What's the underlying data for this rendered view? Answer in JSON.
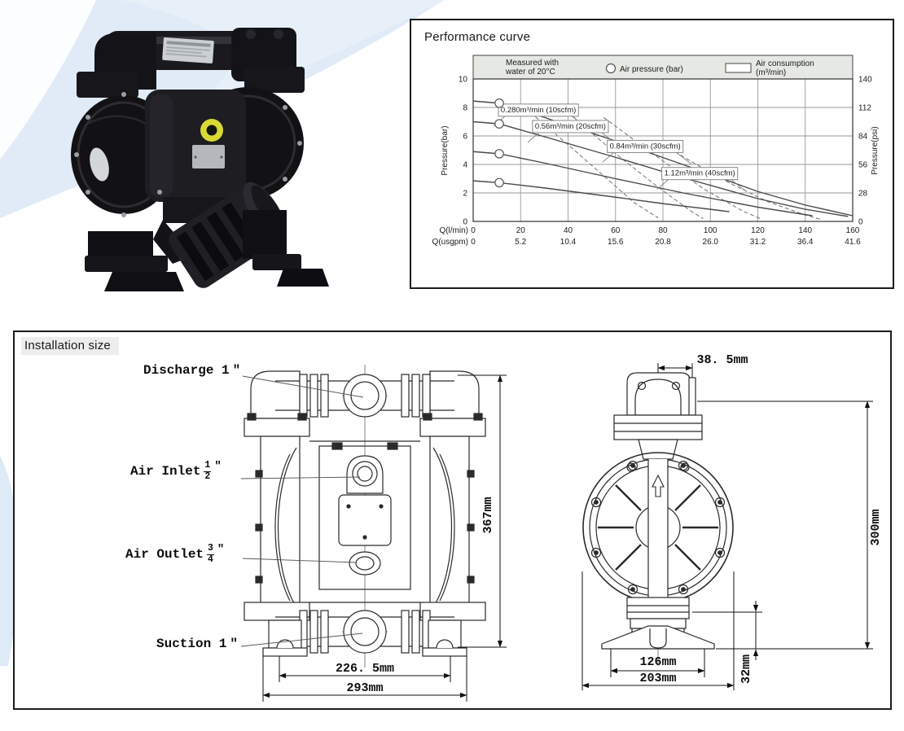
{
  "colors": {
    "swirl_blue": "#dbe8f6",
    "legend_strip": "#e5e8e3",
    "pump_yellow": "#d9da33",
    "drawing_line": "#2a2a2a"
  },
  "performance": {
    "title": "Performance curve"
  },
  "chart_data": {
    "type": "line",
    "title": "Performance curve",
    "note_lines": [
      "Measured with",
      "water of 20°C"
    ],
    "legend": [
      {
        "symbol": "circle",
        "lines": [
          "Air pressure (bar)"
        ]
      },
      {
        "symbol": "rect",
        "lines": [
          "Air consumption",
          "(m³/min)"
        ]
      }
    ],
    "x_axis": {
      "primary_label": "Q(l/min)",
      "primary_ticks": [
        "0",
        "20",
        "40",
        "60",
        "80",
        "100",
        "120",
        "140",
        "160"
      ],
      "secondary_label": "Q(usgpm)",
      "secondary_ticks": [
        "0",
        "5.2",
        "10.4",
        "15.6",
        "20.8",
        "26.0",
        "31.2",
        "36.4",
        "41.6"
      ],
      "range": [
        0,
        160
      ]
    },
    "y_axis_left": {
      "label": "Pressure(bar)",
      "ticks": [
        "0",
        "2",
        "4",
        "6",
        "8",
        "10"
      ],
      "range": [
        0,
        10
      ]
    },
    "y_axis_right": {
      "label": "Pressure(psi)",
      "ticks": [
        "0",
        "28",
        "56",
        "84",
        "112",
        "140"
      ],
      "range": [
        0,
        140
      ]
    },
    "grid": true,
    "pressure_curves": [
      {
        "name": "air pressure 8.4 bar",
        "marker_point": [
          11,
          8.3
        ],
        "points": [
          [
            0,
            8.45
          ],
          [
            11,
            8.3
          ],
          [
            30,
            7.3
          ],
          [
            60,
            5.65
          ],
          [
            90,
            3.9
          ],
          [
            120,
            2.1
          ],
          [
            140,
            1.15
          ],
          [
            160,
            0.4
          ]
        ]
      },
      {
        "name": "air pressure 7.0 bar",
        "marker_point": [
          11,
          6.85
        ],
        "points": [
          [
            0,
            7.0
          ],
          [
            11,
            6.85
          ],
          [
            30,
            5.95
          ],
          [
            60,
            4.5
          ],
          [
            90,
            3.0
          ],
          [
            120,
            1.6
          ],
          [
            140,
            0.85
          ],
          [
            158,
            0.35
          ]
        ]
      },
      {
        "name": "air pressure 4.9 bar",
        "marker_point": [
          11,
          4.75
        ],
        "points": [
          [
            0,
            4.9
          ],
          [
            11,
            4.75
          ],
          [
            30,
            4.1
          ],
          [
            60,
            3.0
          ],
          [
            90,
            1.95
          ],
          [
            120,
            1.0
          ],
          [
            143,
            0.4
          ]
        ]
      },
      {
        "name": "air pressure 2.9 bar",
        "marker_point": [
          11,
          2.72
        ],
        "points": [
          [
            0,
            2.85
          ],
          [
            11,
            2.72
          ],
          [
            30,
            2.35
          ],
          [
            60,
            1.7
          ],
          [
            80,
            1.25
          ],
          [
            100,
            0.85
          ],
          [
            108,
            0.68
          ]
        ]
      }
    ],
    "consumption_curves": [
      {
        "label": "0.280m³/min (10scfm)",
        "label_pos": [
          27.5,
          7.85
        ],
        "points": [
          [
            20,
            8.25
          ],
          [
            30,
            6.8
          ],
          [
            42,
            5.1
          ],
          [
            55,
            3.2
          ],
          [
            68,
            1.3
          ],
          [
            78,
            0.25
          ]
        ]
      },
      {
        "label": "0.56m³/min (20scfm)",
        "label_pos": [
          41,
          6.7
        ],
        "points": [
          [
            36,
            8.25
          ],
          [
            48,
            6.5
          ],
          [
            62,
            4.5
          ],
          [
            78,
            2.4
          ],
          [
            92,
            0.7
          ],
          [
            97,
            0.2
          ]
        ]
      },
      {
        "label": "0.84m³/min (30scfm)",
        "label_pos": [
          72.5,
          5.3
        ],
        "points": [
          [
            55,
            7.3
          ],
          [
            68,
            5.7
          ],
          [
            82,
            4.0
          ],
          [
            98,
            2.2
          ],
          [
            114,
            0.7
          ],
          [
            121,
            0.2
          ]
        ]
      },
      {
        "label": "1.12m³/min (40scfm)",
        "label_pos": [
          95.5,
          3.4
        ],
        "points": [
          [
            78,
            5.6
          ],
          [
            92,
            4.2
          ],
          [
            108,
            2.7
          ],
          [
            124,
            1.4
          ],
          [
            140,
            0.45
          ],
          [
            147,
            0.12
          ]
        ]
      }
    ]
  },
  "installation": {
    "title": "Installation size",
    "labels": {
      "discharge": {
        "text": "Discharge 1",
        "unit": "″"
      },
      "air_inlet": {
        "text": "Air Inlet",
        "num": "1",
        "den": "2",
        "unit": "″"
      },
      "air_outlet": {
        "text": "Air Outlet",
        "num": "3",
        "den": "4",
        "unit": "″"
      },
      "suction": {
        "text": "Suction 1",
        "unit": "″"
      }
    },
    "front_view": {
      "dim_height": "367mm",
      "dim_port_span": "226. 5mm",
      "dim_width": "293mm"
    },
    "side_view": {
      "dim_offset": "38. 5mm",
      "dim_height": "300mm",
      "dim_base_inner": "126mm",
      "dim_base_outer": "203mm",
      "dim_foot": "32mm"
    }
  }
}
